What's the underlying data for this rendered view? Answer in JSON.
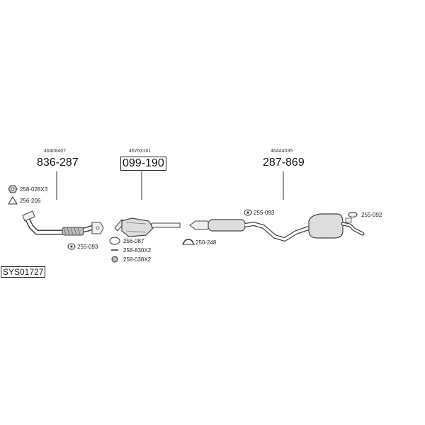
{
  "groups": [
    {
      "oe": "46408407",
      "part": "836-287"
    },
    {
      "oe": "46763161",
      "part": "099-190"
    },
    {
      "oe": "46444035",
      "part": "287-869"
    }
  ],
  "hardware": {
    "a1": "258-028X3",
    "a2": "256-206",
    "a3": "255-093",
    "b1": "256-087",
    "b2": "258-830X2",
    "b3": "258-038X2",
    "c1": "250-248",
    "d1": "255-093",
    "e1": "255-092"
  },
  "system_code": "SYS01727"
}
